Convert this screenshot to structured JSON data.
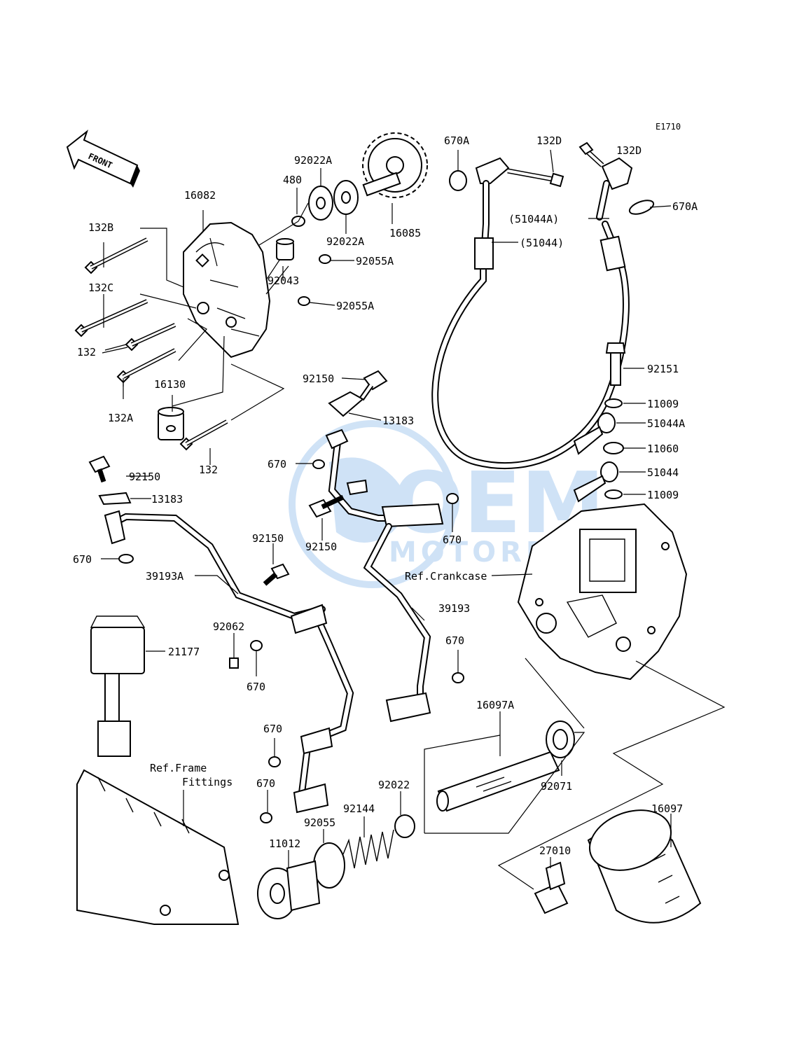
{
  "diagram_id": "E1710",
  "front_label": "FRONT",
  "watermark": {
    "brand": "OEM",
    "sub": "MOTORPARTS",
    "color": "#2b7fd8"
  },
  "parts": {
    "p16082": "16082",
    "p480": "480",
    "p92022A_1": "92022A",
    "p92022A_2": "92022A",
    "p16085": "16085",
    "p132B": "132B",
    "p132C": "132C",
    "p132_1": "132",
    "p132A": "132A",
    "p132_2": "132",
    "p92043": "92043",
    "p92055A_1": "92055A",
    "p92055A_2": "92055A",
    "p16130": "16130",
    "p670A_1": "670A",
    "p132D_1": "132D",
    "p132D_2": "132D",
    "p670A_2": "670A",
    "p51044A_ref": "(51044A)",
    "p51044_ref": "(51044)",
    "p92151": "92151",
    "p11009_1": "11009",
    "p51044A": "51044A",
    "p11060": "11060",
    "p51044": "51044",
    "p11009_2": "11009",
    "p92150_1": "92150",
    "p13183_1": "13183",
    "p670_1": "670",
    "p92150_2": "92150",
    "p670_2": "670",
    "p92150_3": "92150",
    "p13183_2": "13183",
    "p670_3": "670",
    "p92150_4": "92150",
    "p39193A": "39193A",
    "p92062": "92062",
    "p670_4": "670",
    "p39193": "39193",
    "p670_5": "670",
    "p21177": "21177",
    "p16097A": "16097A",
    "p670_6": "670",
    "p670_7": "670",
    "p92022": "92022",
    "p92071": "92071",
    "p92144": "92144",
    "p92055": "92055",
    "p11012": "11012",
    "p16097": "16097",
    "p27010": "27010"
  },
  "refs": {
    "crankcase": "Ref.Crankcase",
    "frame_line1": "Ref.Frame",
    "frame_line2": "Fittings"
  }
}
